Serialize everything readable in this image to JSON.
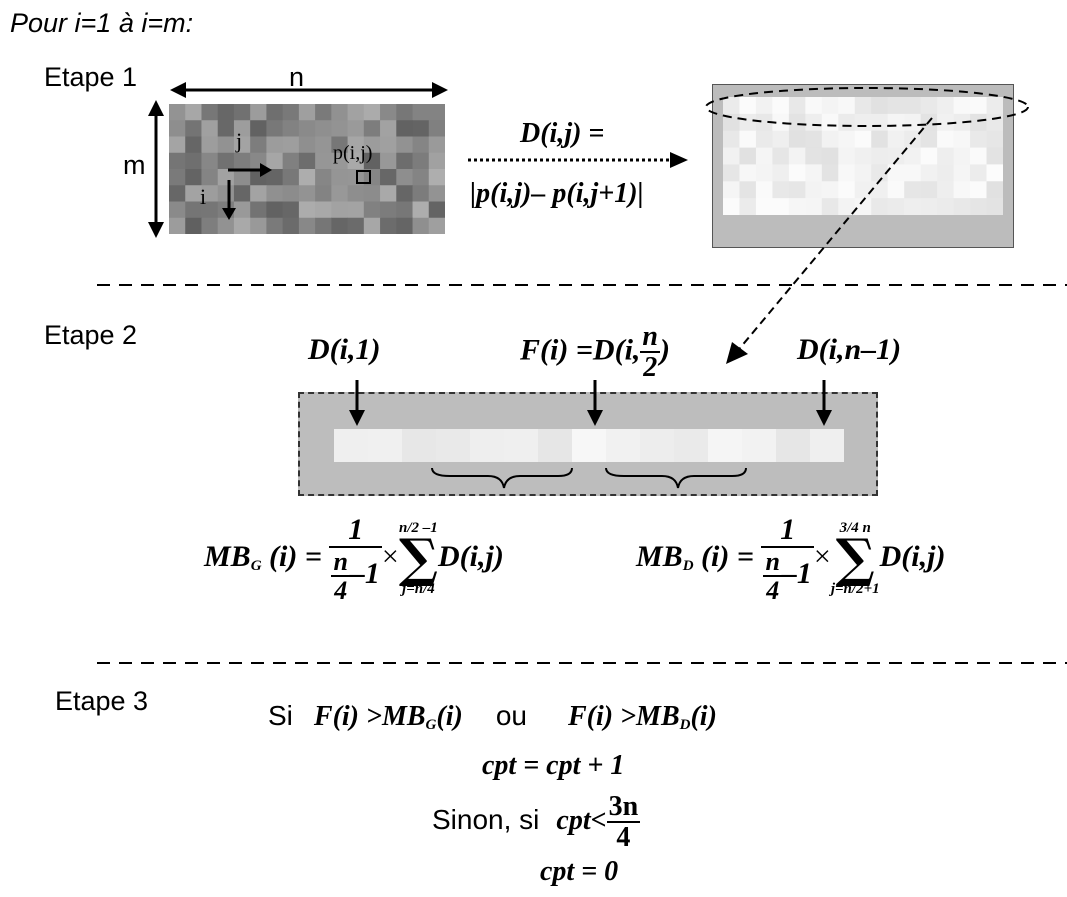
{
  "header": {
    "loop_label": "Pour i=1 à i=m:"
  },
  "step1": {
    "label": "Etape 1",
    "dim_width": "n",
    "dim_height": "m",
    "arrow_j": "j",
    "arrow_i": "i",
    "pixel_label": "p(i,j)",
    "formula_top": "D(i,j) =",
    "formula_bottom": "|p(i,j)– p(i,j+1)|"
  },
  "step2": {
    "label": "Etape 2",
    "d_first": "D(i,1)",
    "f_mid_left": "F(i) =D(i,",
    "f_mid_num": "n",
    "f_mid_den": "2",
    "f_mid_right": ")",
    "d_last": "D(i,n–1)",
    "mbg": {
      "name": "MB",
      "sub": "G",
      "arg": "(i) =",
      "num": "1",
      "den": "n/4 –1",
      "den_n": "n",
      "den_4": "4",
      "den_rest": "–1",
      "times": "×",
      "sum_top": "n/2 –1",
      "sum_bottom": "j=n/4",
      "sum": "∑",
      "term": "D(i,j)"
    },
    "mbd": {
      "name": "MB",
      "sub": "D",
      "arg": "(i) =",
      "num": "1",
      "den_n": "n",
      "den_4": "4",
      "den_rest": "–1",
      "times": "×",
      "sum_top": "3/4 n",
      "sum_bottom": "j=n/2+1",
      "sum": "∑",
      "term": "D(i,j)"
    }
  },
  "step3": {
    "label": "Etape 3",
    "si": "Si",
    "cond1": "F(i) >MB",
    "cond1_sub": "G",
    "cond1_end": "(i)",
    "ou": "ou",
    "cond2": "F(i) >MB",
    "cond2_sub": "D",
    "cond2_end": "(i)",
    "inc": "cpt = cpt + 1",
    "sinon": "Sinon, si",
    "cmp": "cpt<",
    "cmp_num": "3n",
    "cmp_den": "4",
    "reset": "cpt = 0"
  },
  "colors": {
    "grid_gray": "#8c8c8c",
    "panel_gray": "#bdbdbd",
    "light_cell": "#f3f3f3"
  }
}
